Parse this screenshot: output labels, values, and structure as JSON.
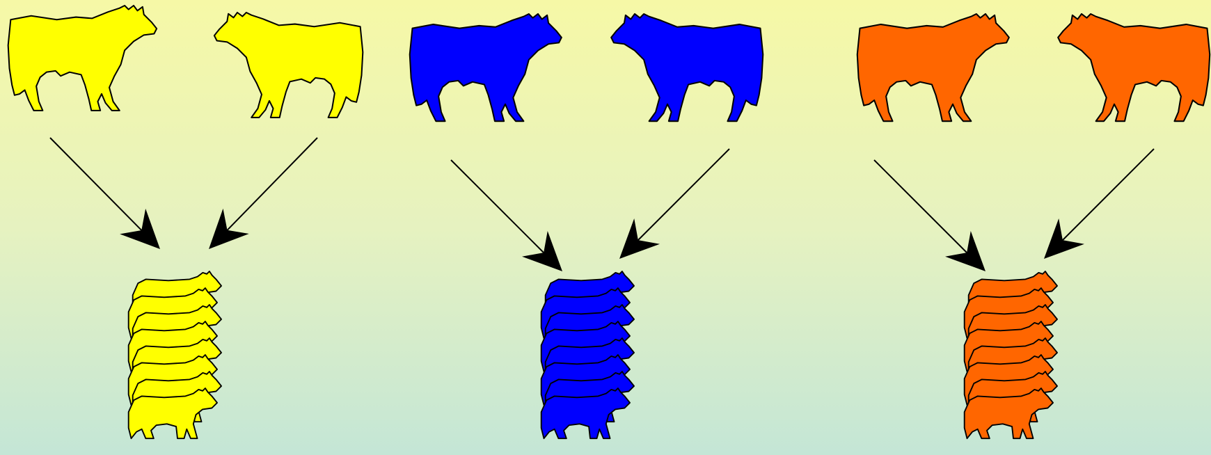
{
  "diagram": {
    "background": {
      "top": "#f6f8a6",
      "bottom": "#c4e6d6"
    },
    "outline_color": "#000000",
    "groups": [
      {
        "id": "yellow-breed",
        "color": "#ffff00",
        "offspring_count": 8
      },
      {
        "id": "blue-breed",
        "color": "#0000ff",
        "offspring_count": 8
      },
      {
        "id": "orange-breed",
        "color": "#ff6600",
        "offspring_count": 8
      }
    ]
  }
}
